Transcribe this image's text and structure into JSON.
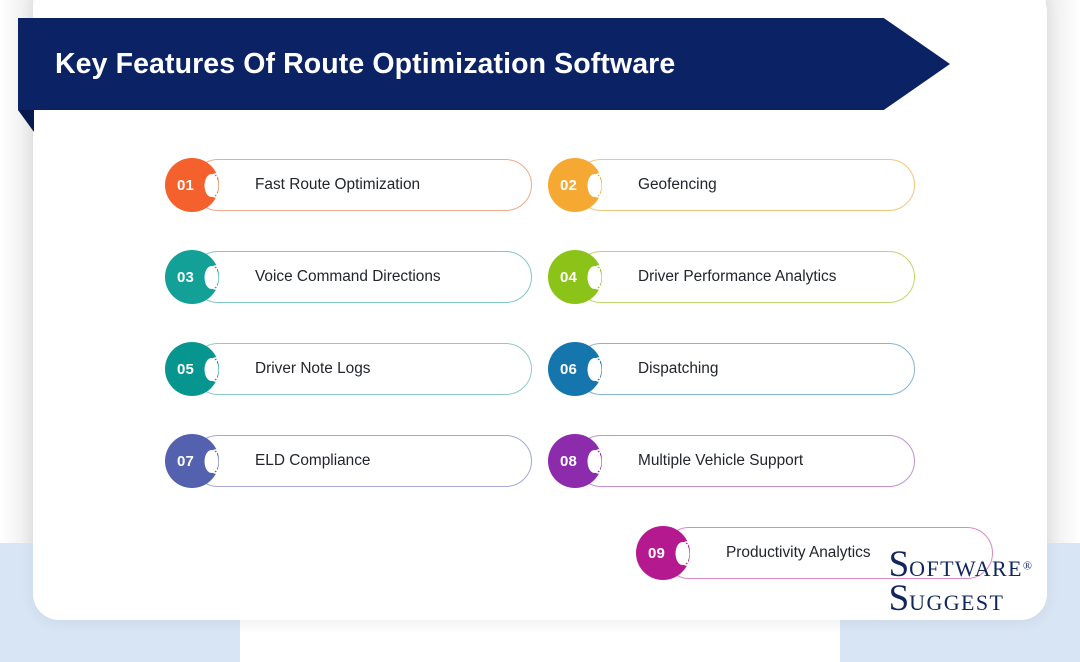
{
  "header": {
    "title": "Key Features Of Route Optimization Software",
    "banner_color": "#0b2265",
    "title_color": "#ffffff"
  },
  "theme": {
    "card_background": "#ffffff",
    "page_background": "#ffffff",
    "accent_band": "#d8e5f4",
    "body_text": "#22252b"
  },
  "features": [
    {
      "number": "01",
      "label": "Fast Route Optimization",
      "color": "#f4612c",
      "border": "#f0a98c"
    },
    {
      "number": "02",
      "label": "Geofencing",
      "color": "#f5a832",
      "border": "#f3c678"
    },
    {
      "number": "03",
      "label": "Voice Command Directions",
      "color": "#13a097",
      "border": "#7ec9c6"
    },
    {
      "number": "04",
      "label": "Driver Performance Analytics",
      "color": "#8cc318",
      "border": "#bcd96d"
    },
    {
      "number": "05",
      "label": "Driver Note Logs",
      "color": "#07968f",
      "border": "#8fc9c7"
    },
    {
      "number": "06",
      "label": "Dispatching",
      "color": "#1476ad",
      "border": "#86b5d4"
    },
    {
      "number": "07",
      "label": "ELD Compliance",
      "color": "#5361ae",
      "border": "#a3a9d6"
    },
    {
      "number": "08",
      "label": "Multiple Vehicle Support",
      "color": "#8c2bab",
      "border": "#c391d4"
    },
    {
      "number": "09",
      "label": "Productivity Analytics",
      "color": "#b5198f",
      "border": "#d98ac4"
    }
  ],
  "logo": {
    "cap1": "S",
    "word1": "OFTWARE",
    "registered": "®",
    "cap2": "S",
    "word2": "UGGEST",
    "color": "#12265e"
  }
}
